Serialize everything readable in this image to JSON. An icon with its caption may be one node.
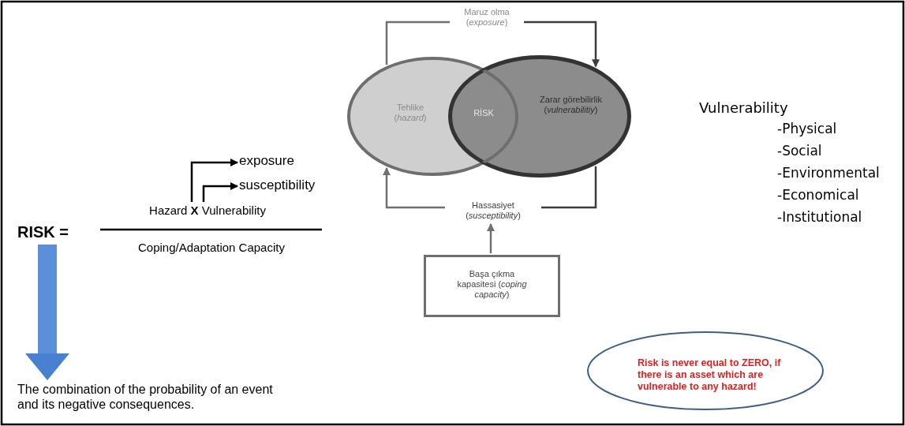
{
  "diagram": {
    "nodes": [
      {
        "text": [
          "RISK ="
        ]
      },
      {
        "text": [
          "The combination of the probability of an event and its negative consequences."
        ]
      },
      {
        "text": [
          "Hazard **X** Vulnerability"
        ]
      },
      {
        "text": [
          "exposure"
        ]
      },
      {
        "text": [
          "susceptibility"
        ]
      },
      {
        "text": [
          "Maruz olma (*exposure*)"
        ]
      },
      {
        "text": [
          "Tehlike (*hazard*)"
        ]
      },
      {
        "text": [
          "RİSK"
        ]
      },
      {
        "text": [
          "Zarar görebilirlik (*vulnerabilitiy*)"
        ]
      },
      {
        "text": [
          "Hassasiyet (*susceptibility*)"
        ]
      },
      {
        "text": [
          "Başa çıkma kapasitesi (*coping capacity*)"
        ]
      },
      {
        "text": [
          "Risk is never equal to ZERO, if there is an asset which are vulnerable to any hazard!"
        ]
      }
    ],
    "edges": [
      {
        "from": 0,
        "to": 1,
        "arrow": "to",
        "style": "thick",
        "color": "#5b8fd9"
      },
      {
        "from": 2,
        "to": 3,
        "arrow": "to",
        "color": "#000000"
      },
      {
        "from": 2,
        "to": 4,
        "arrow": "to",
        "color": "#000000"
      },
      {
        "from": 6,
        "to": 5,
        "arrow": "none"
      },
      {
        "from": 5,
        "to": 8,
        "arrow": "to",
        "color": "#3c3c3c"
      },
      {
        "from": 8,
        "to": 9,
        "arrow": "none",
        "color": "#3c3c3c"
      },
      {
        "from": 9,
        "to": 6,
        "arrow": "to"
      },
      {
        "from": 10,
        "to": 9,
        "arrow": "to"
      }
    ],
    "labels": [
      "Coping/Adaptation Capacity",
      "Vulnerability",
      "-Physical",
      "-Social",
      "-Environmental",
      "-Economical",
      "-Institutional"
    ]
  }
}
